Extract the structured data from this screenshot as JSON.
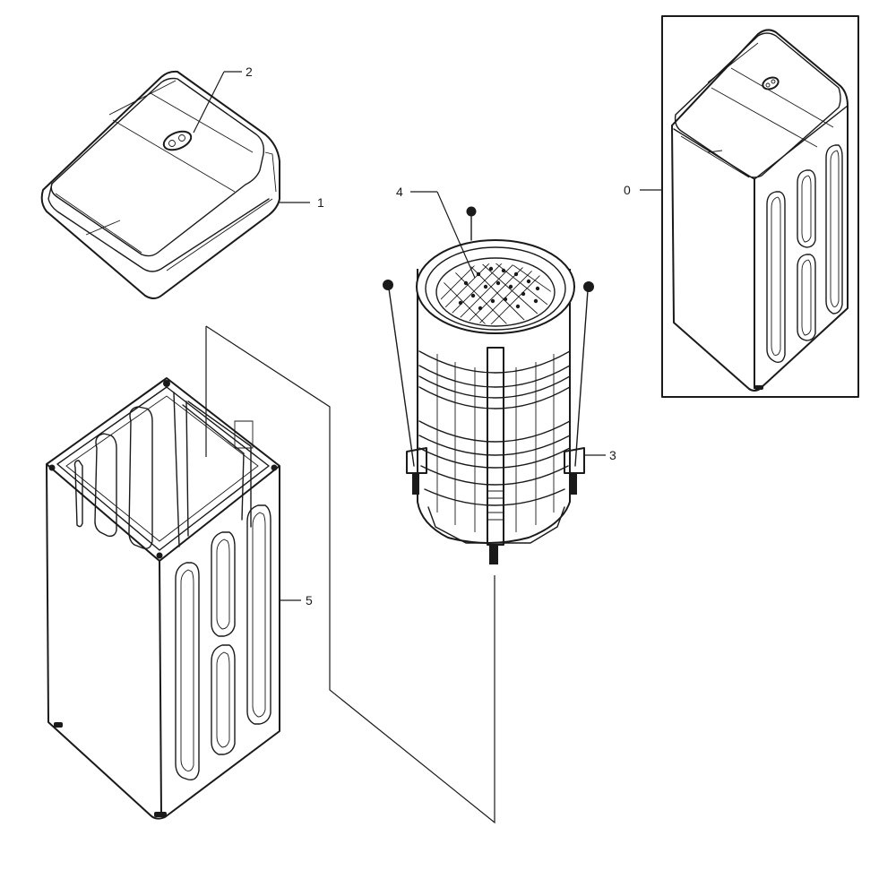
{
  "colors": {
    "line": "#1a1a1a",
    "background": "#ffffff"
  },
  "callouts": [
    {
      "id": "part-0",
      "label": "0"
    },
    {
      "id": "part-1",
      "label": "1"
    },
    {
      "id": "part-2",
      "label": "2"
    },
    {
      "id": "part-3",
      "label": "3"
    },
    {
      "id": "part-4",
      "label": "4"
    },
    {
      "id": "part-5",
      "label": "5"
    }
  ]
}
